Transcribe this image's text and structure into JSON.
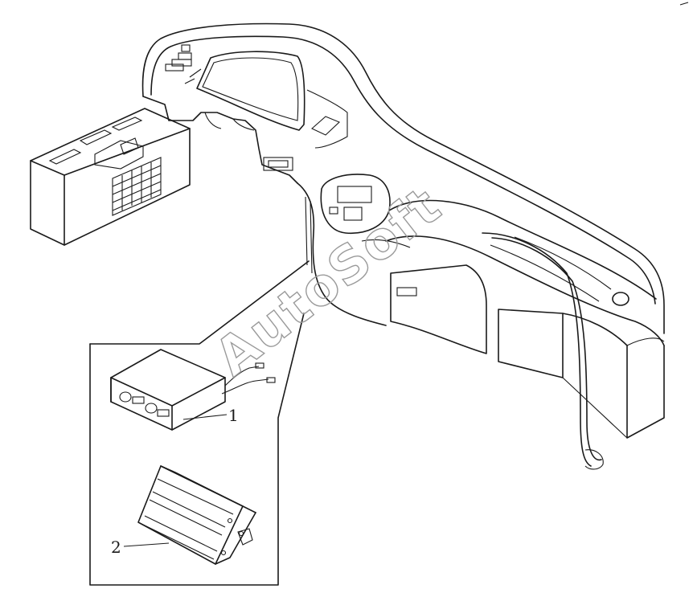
{
  "watermark": "AutoSoft",
  "callouts": [
    {
      "label": "1",
      "part": "radio-unit"
    },
    {
      "label": "2",
      "part": "speaker"
    }
  ]
}
